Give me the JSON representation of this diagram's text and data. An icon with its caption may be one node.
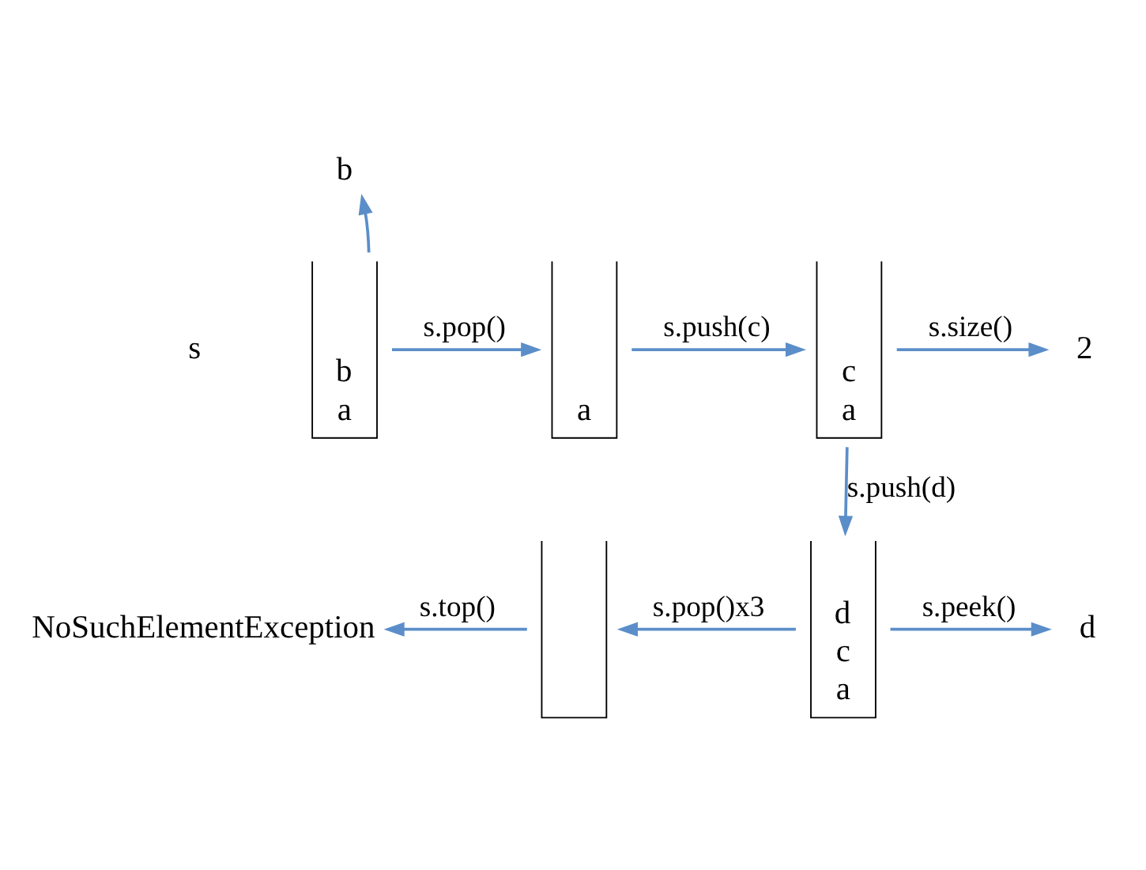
{
  "diagram": {
    "nodes": [
      {
        "text": [
          "b",
          "a"
        ],
        "beside": [
          "s"
        ]
      },
      {
        "text": [
          "b"
        ]
      },
      {
        "text": [
          "a"
        ]
      },
      {
        "text": [
          "c",
          "a"
        ]
      },
      {
        "text": [
          "2"
        ]
      },
      {
        "text": [
          "d",
          "c",
          "a"
        ]
      },
      {
        "text": [
          "d"
        ]
      },
      {
        "text": [],
        "shape": "box"
      },
      {
        "text": [
          "NoSuchElementException"
        ]
      }
    ],
    "edges": [
      {
        "from": 0,
        "to": 2,
        "arrow": "to",
        "label": "s.pop()"
      },
      {
        "from": 0,
        "to": 1,
        "arrow": "to"
      },
      {
        "from": 2,
        "to": 3,
        "arrow": "to",
        "label": "s.push(c)"
      },
      {
        "from": 3,
        "to": 4,
        "arrow": "to",
        "label": "s.size()"
      },
      {
        "from": 3,
        "to": 5,
        "arrow": "to",
        "label": "s.push(d)"
      },
      {
        "from": 5,
        "to": 6,
        "arrow": "to",
        "label": "s.peek()"
      },
      {
        "from": 5,
        "to": 7,
        "arrow": "to",
        "label": "s.pop()x3"
      },
      {
        "from": 7,
        "to": 8,
        "arrow": "to",
        "label": "s.top()"
      }
    ]
  }
}
